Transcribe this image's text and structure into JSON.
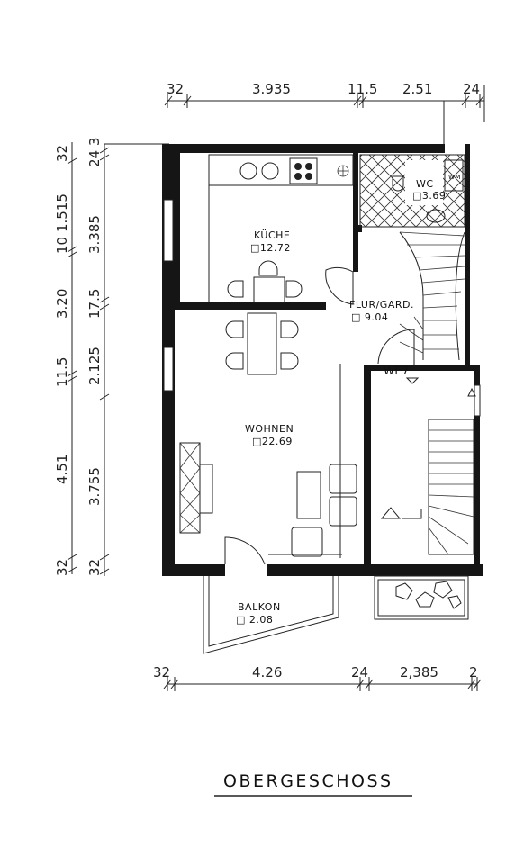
{
  "dimensions": {
    "top": [
      "32",
      "3.935",
      "11.5",
      "2.51",
      "24"
    ],
    "bottom": [
      "32",
      "4.26",
      "24",
      "2,385",
      "2"
    ],
    "left_outer": [
      "32",
      "1.515",
      "10",
      "3.20",
      "11.5",
      "4.51",
      "32"
    ],
    "left_inner": [
      "24 3",
      "3.385",
      "17.5",
      "2.125",
      "3.755",
      "32"
    ]
  },
  "rooms": {
    "kueche": {
      "name": "KÜCHE",
      "area": "□12.72"
    },
    "wc": {
      "name": "WC",
      "area": "□3.69"
    },
    "flur": {
      "name": "FLUR/GARD.",
      "area": "□ 9.04"
    },
    "we7": {
      "name": "WE7"
    },
    "wohnen": {
      "name": "WOHNEN",
      "area": "□22.69"
    },
    "balkon": {
      "name": "BALKON",
      "area": "□ 2.08"
    }
  },
  "fixtures": {
    "wc_label": "WM"
  },
  "title": "OBERGESCHOSS"
}
